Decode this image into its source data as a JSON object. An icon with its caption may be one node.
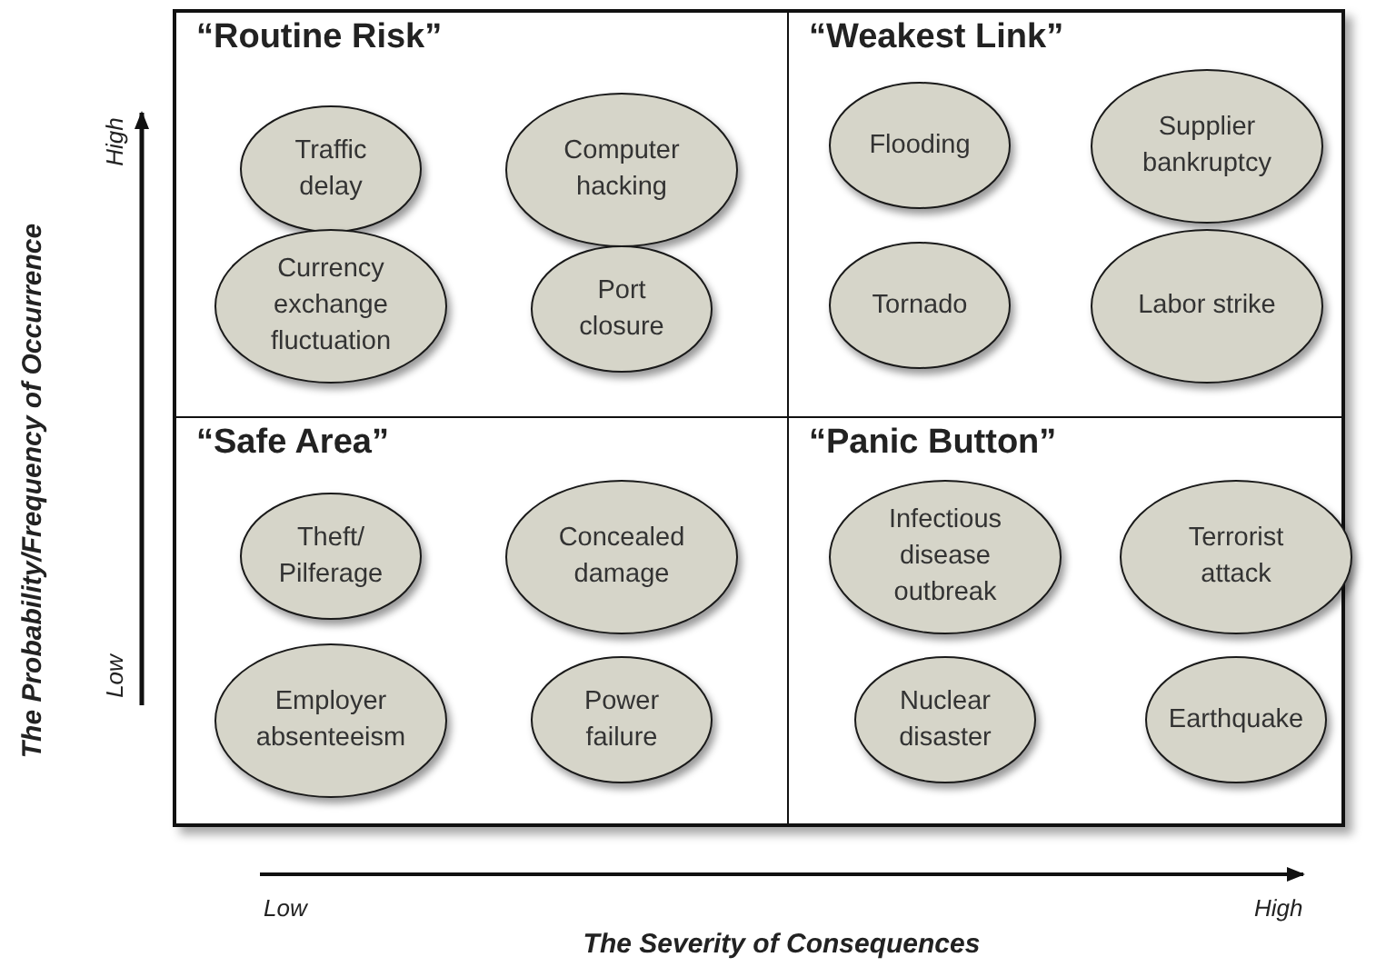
{
  "diagram": {
    "nodes": [
      {
        "text": [
          "“Routine Risk”"
        ]
      },
      {
        "text": [
          "Traffic delay"
        ],
        "in": 0
      },
      {
        "text": [
          "Computer hacking"
        ],
        "in": 0
      },
      {
        "text": [
          "Currency exchange fluctuation"
        ],
        "in": 0
      },
      {
        "text": [
          "Port closure"
        ],
        "in": 0
      },
      {
        "text": [
          "“Weakest Link”"
        ]
      },
      {
        "text": [
          "Flooding"
        ],
        "in": 5
      },
      {
        "text": [
          "Supplier bankruptcy"
        ],
        "in": 5
      },
      {
        "text": [
          "Tornado"
        ],
        "in": 5
      },
      {
        "text": [
          "Labor strike"
        ],
        "in": 5
      },
      {
        "text": [
          "“Safe Area”"
        ]
      },
      {
        "text": [
          "Theft/ Pilferage"
        ],
        "in": 10
      },
      {
        "text": [
          "Concealed damage"
        ],
        "in": 10
      },
      {
        "text": [
          "Employer absenteeism"
        ],
        "in": 10
      },
      {
        "text": [
          "Power failure"
        ],
        "in": 10
      },
      {
        "text": [
          "“Panic Button”"
        ]
      },
      {
        "text": [
          "Infectious disease outbreak"
        ],
        "in": 15
      },
      {
        "text": [
          "Terrorist attack"
        ],
        "in": 15
      },
      {
        "text": [
          "Nuclear disaster"
        ],
        "in": 15
      },
      {
        "text": [
          "Earthquake"
        ],
        "in": 15
      }
    ],
    "labels": [
      "The Probability/Frequency of Occurrence",
      "High",
      "Low",
      "Low",
      "High",
      "The Severity of Consequences"
    ]
  }
}
